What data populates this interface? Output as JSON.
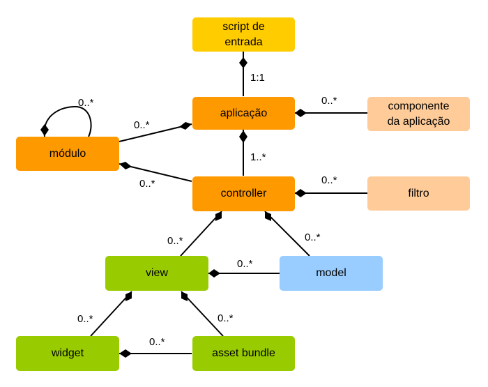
{
  "nodes": {
    "script": "script de\nentrada",
    "aplicacao": "aplicação",
    "componente": "componente\nda aplicação",
    "modulo": "módulo",
    "controller": "controller",
    "filtro": "filtro",
    "view": "view",
    "model": "model",
    "widget": "widget",
    "asset_bundle": "asset bundle"
  },
  "labels": {
    "script_app": "1:1",
    "app_componente": "0..*",
    "app_modulo": "0..*",
    "modulo_self": "0..*",
    "app_controller": "1..*",
    "modulo_controller": "0..*",
    "controller_filtro": "0..*",
    "controller_view": "0..*",
    "controller_model": "0..*",
    "view_model": "0..*",
    "view_widget": "0..*",
    "view_asset": "0..*",
    "widget_asset": "0..*"
  },
  "colors": {
    "yellow": "#FFCC00",
    "orange": "#FF9900",
    "peach": "#FFCC99",
    "green": "#99CC00",
    "blue": "#99CCFF"
  }
}
